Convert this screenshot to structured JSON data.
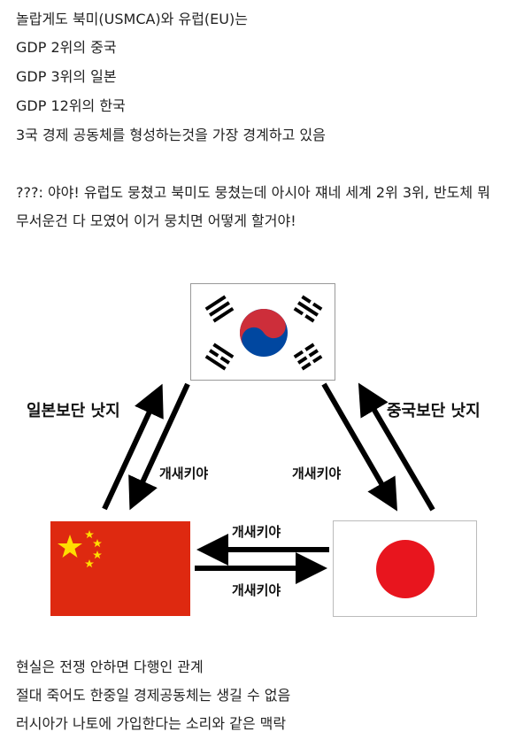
{
  "intro_lines": [
    "놀랍게도 북미(USMCA)와 유럽(EU)는",
    "GDP 2위의 중국",
    "GDP 3위의 일본",
    "GDP 12위의 한국",
    "3국 경제 공동체를 형성하는것을 가장 경계하고 있음"
  ],
  "quote_lines": [
    "???: 야야! 유럽도 뭉쳤고 북미도 뭉쳤는데 아시아 쟤네 세계 2위 3위, 반도체 뭐",
    "무서운건 다 모였어 이거 뭉치면 어떻게 할거야!"
  ],
  "diagram": {
    "left_top_label": "일본보단 낫지",
    "right_top_label": "중국보단 낫지",
    "left_inner_label": "개새키야",
    "right_inner_label": "개새키야",
    "bottom_top_label": "개새키야",
    "bottom_bottom_label": "개새키야",
    "colors": {
      "china_red": "#de2910",
      "china_star": "#ffde00",
      "japan_red": "#e8151e",
      "korea_red": "#cd2e3a",
      "korea_blue": "#0047a0"
    }
  },
  "outro_lines": [
    "현실은 전쟁 안하면 다행인 관계",
    "절대 죽어도 한중일 경제공동체는 생길 수 없음",
    "러시아가 나토에 가입한다는 소리와 같은 맥락"
  ]
}
